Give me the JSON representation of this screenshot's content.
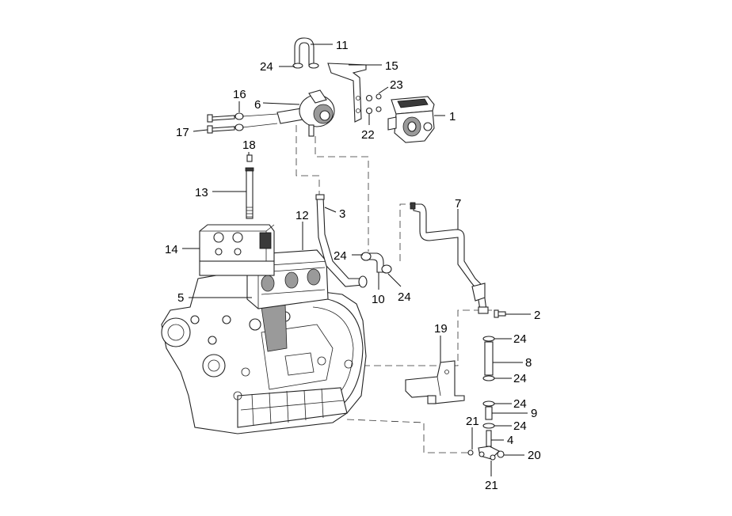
{
  "labels": {
    "p1": "1",
    "p2": "2",
    "p3": "3",
    "p4": "4",
    "p5": "5",
    "p6": "6",
    "p7": "7",
    "p8": "8",
    "p9": "9",
    "p10": "10",
    "p11": "11",
    "p12": "12",
    "p13": "13",
    "p14": "14",
    "p15": "15",
    "p16": "16",
    "p17": "17",
    "p18": "18",
    "p19": "19",
    "p20": "20",
    "p21a": "21",
    "p21b": "21",
    "p22": "22",
    "p23": "23",
    "p24a": "24",
    "p24b": "24",
    "p24c": "24",
    "p24d": "24",
    "p24e": "24",
    "p24f": "24",
    "p24g": "24"
  }
}
